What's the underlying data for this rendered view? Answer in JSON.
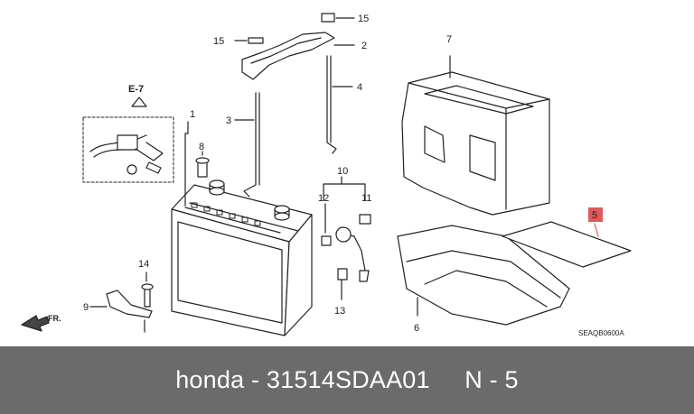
{
  "diagram": {
    "callouts": {
      "c1": "1",
      "c2": "2",
      "c3": "3",
      "c4": "4",
      "c5": "5",
      "c6": "6",
      "c7": "7",
      "c8": "8",
      "c9": "9",
      "c10": "10",
      "c11": "11",
      "c12": "12",
      "c13": "13",
      "c14": "14",
      "c15a": "15",
      "c15b": "15"
    },
    "ref_e7": "E-7",
    "front_label": "FR.",
    "drawing_code": "SEAQB0600A",
    "highlight_color": "#e05a5a"
  },
  "footer": {
    "brand": "honda",
    "sep1": " - ",
    "part_number": "31514SDAA01",
    "gap": "     ",
    "position_label": "N - 5"
  }
}
